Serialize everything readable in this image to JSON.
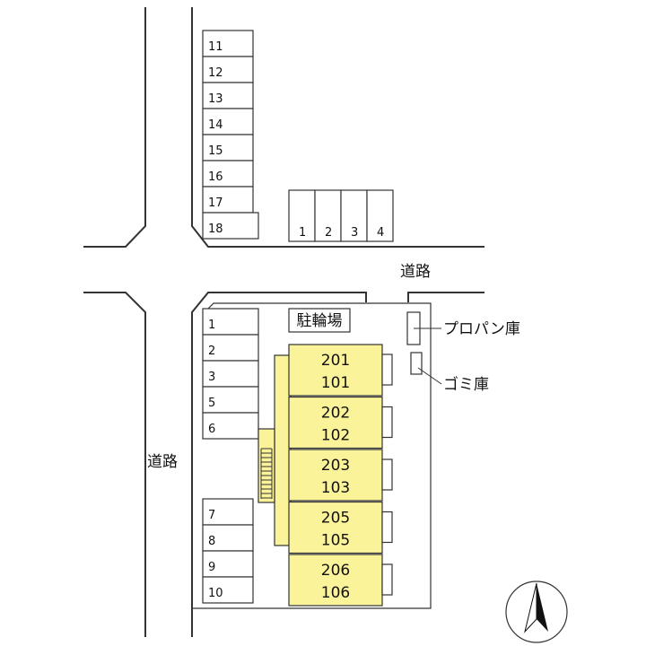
{
  "colors": {
    "building_fill": "#fbf39a",
    "line": "#333333",
    "background": "#ffffff"
  },
  "labels": {
    "road_north": "道路",
    "road_west": "道路",
    "bicycle_parking": "駐輪場",
    "propane_storage": "プロパン庫",
    "garbage_storage": "ゴミ庫"
  },
  "north_parking": [
    "11",
    "12",
    "13",
    "14",
    "15",
    "16",
    "17",
    "18"
  ],
  "top_parking": [
    "1",
    "2",
    "3",
    "4"
  ],
  "west_parking_upper": [
    "1",
    "2",
    "3",
    "5",
    "6"
  ],
  "west_parking_lower": [
    "7",
    "8",
    "9",
    "10"
  ],
  "units": [
    {
      "upper": "201",
      "lower": "101"
    },
    {
      "upper": "202",
      "lower": "102"
    },
    {
      "upper": "203",
      "lower": "103"
    },
    {
      "upper": "205",
      "lower": "105"
    },
    {
      "upper": "206",
      "lower": "106"
    }
  ],
  "compass": {
    "icon": "north-arrow-icon"
  }
}
